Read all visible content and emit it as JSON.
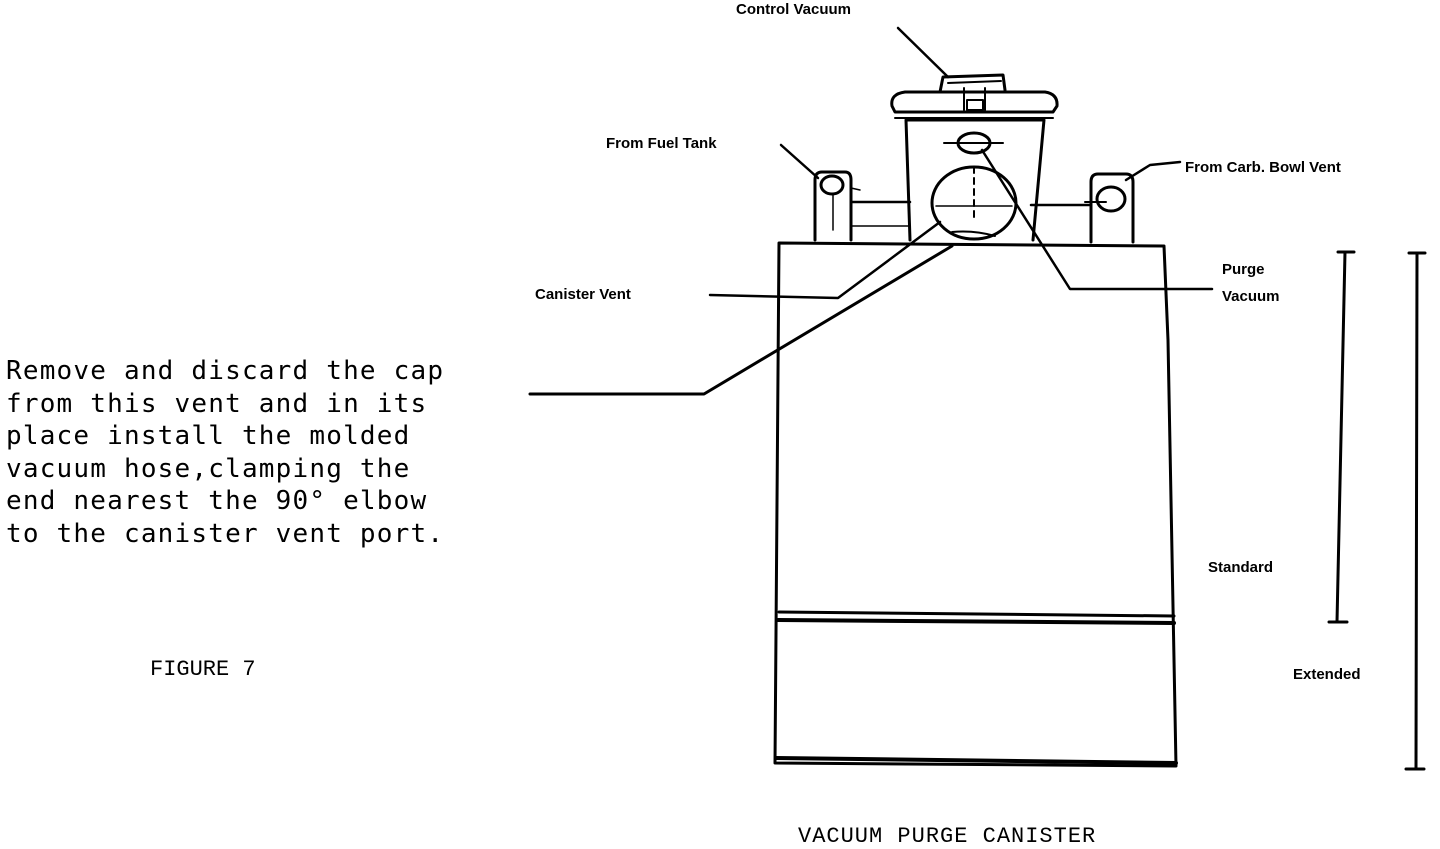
{
  "figure": {
    "labels": {
      "control_vacuum": "Control Vacuum",
      "from_fuel_tank": "From Fuel Tank",
      "from_carb_bowl_vent": "From Carb. Bowl Vent",
      "purge": "Purge",
      "vacuum": "Vacuum",
      "canister_vent": "Canister Vent",
      "standard": "Standard",
      "extended": "Extended"
    },
    "instruction_lines": [
      "Remove and discard the cap",
      "from this vent and in its",
      "place install the molded",
      "vacuum hose,clamping the",
      "end nearest the 90° elbow",
      "to the canister vent port."
    ],
    "figure_number": "FIGURE 7",
    "caption": "VACUUM PURGE CANISTER"
  }
}
